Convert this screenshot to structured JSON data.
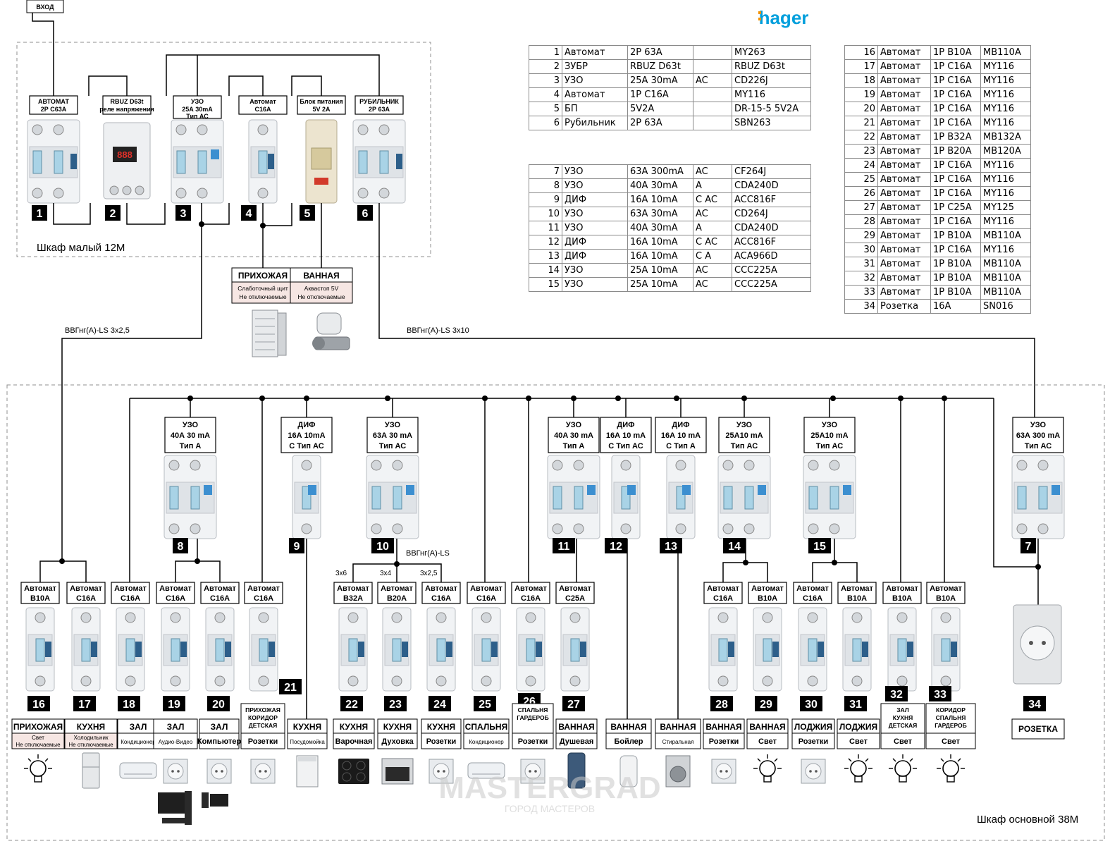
{
  "brand": {
    "logo": "hager",
    "logo_color": "#009fdc",
    "logo_dot_color": "#f39200"
  },
  "labels": {
    "input": "ВХОД",
    "small_cabinet": "Шкаф малый 12М",
    "main_cabinet": "Шкаф основной 38М",
    "cable_left": "ВВГнг(А)-LS 3х2,5",
    "cable_right": "ВВГнг(А)-LS 3х10",
    "cable_10": "ВВГнг(А)-LS",
    "cs_22": "3х6",
    "cs_23": "3х4",
    "cs_24": "3х2,5",
    "watermark": "MASTERGRAD",
    "watermark_sub": "ГОРОД МАСТЕРОВ"
  },
  "top_devices": [
    {
      "num": "1",
      "l1": "АВТОМАТ",
      "l2": "2Р С63А",
      "kind": "breaker2"
    },
    {
      "num": "2",
      "l1": "RBUZ D63t",
      "l2": "реле напряжения",
      "kind": "relay"
    },
    {
      "num": "3",
      "l1": "УЗО",
      "l2": "25А 30mA",
      "l3": "Тип АС",
      "kind": "rcd2"
    },
    {
      "num": "4",
      "l1": "Автомат",
      "l2": "С16А",
      "kind": "breaker1"
    },
    {
      "num": "5",
      "l1": "Блок питания",
      "l2": "5V 2A",
      "kind": "psu"
    },
    {
      "num": "6",
      "l1": "РУБИЛЬНИК",
      "l2": "2Р 63А",
      "kind": "breaker2"
    }
  ],
  "top_consumers": [
    {
      "title": "ПРИХОЖАЯ",
      "l1": "Слаботочный щит",
      "l2": "Не отключаемые",
      "icon": "cabinet-icon"
    },
    {
      "title": "ВАННАЯ",
      "l1": "Аквастоп 5V",
      "l2": "Не отключаемые",
      "icon": "valve-icon"
    }
  ],
  "rcd_groups": [
    {
      "num": "8",
      "l1": "УЗО",
      "l2": "40А 30 mA",
      "l3": "Тип А"
    },
    {
      "num": "9",
      "l1": "ДИФ",
      "l2": "16А 10mA",
      "l3": "С Тип АС"
    },
    {
      "num": "10",
      "l1": "УЗО",
      "l2": "63А 30 mA",
      "l3": "Тип АС"
    },
    {
      "num": "11",
      "l1": "УЗО",
      "l2": "40A 30 mA",
      "l3": "Тип А"
    },
    {
      "num": "12",
      "l1": "ДИФ",
      "l2": "16А 10 mA",
      "l3": "С Тип АС"
    },
    {
      "num": "13",
      "l1": "ДИФ",
      "l2": "16А 10 mA",
      "l3": "С Тип А"
    },
    {
      "num": "14",
      "l1": "УЗО",
      "l2": "25А10 mA",
      "l3": "Тип АС"
    },
    {
      "num": "15",
      "l1": "УЗО",
      "l2": "25А10 mA",
      "l3": "Тип АС"
    },
    {
      "num": "7",
      "l1": "УЗО",
      "l2": "63А 300 mA",
      "l3": "Тип АС"
    }
  ],
  "breakers": [
    {
      "num": "16",
      "l1": "Автомат",
      "l2": "В10А"
    },
    {
      "num": "17",
      "l1": "Автомат",
      "l2": "С16А"
    },
    {
      "num": "18",
      "l1": "Автомат",
      "l2": "С16А"
    },
    {
      "num": "19",
      "l1": "Автомат",
      "l2": "С16А"
    },
    {
      "num": "20",
      "l1": "Автомат",
      "l2": "С16А"
    },
    {
      "num": "21",
      "l1": "Автомат",
      "l2": "С16А"
    },
    {
      "num": "22",
      "l1": "Автомат",
      "l2": "В32А"
    },
    {
      "num": "23",
      "l1": "Автомат",
      "l2": "В20А"
    },
    {
      "num": "24",
      "l1": "Автомат",
      "l2": "С16А"
    },
    {
      "num": "25",
      "l1": "Автомат",
      "l2": "С16А"
    },
    {
      "num": "26",
      "l1": "Автомат",
      "l2": "С16А"
    },
    {
      "num": "27",
      "l1": "Автомат",
      "l2": "С25А"
    },
    {
      "num": "28",
      "l1": "Автомат",
      "l2": "С16А"
    },
    {
      "num": "29",
      "l1": "Автомат",
      "l2": "В10А"
    },
    {
      "num": "30",
      "l1": "Автомат",
      "l2": "С16А"
    },
    {
      "num": "31",
      "l1": "Автомат",
      "l2": "В10А"
    },
    {
      "num": "32",
      "l1": "Автомат",
      "l2": "В10А"
    },
    {
      "num": "33",
      "l1": "Автомат",
      "l2": "В10А"
    }
  ],
  "socket_34": {
    "num": "34",
    "label": "РОЗЕТКА"
  },
  "consumers": [
    {
      "t": "ПРИХОЖАЯ",
      "l1": "Свет",
      "l2": "Не отключаемые",
      "icon": "bulb-icon"
    },
    {
      "t": "КУХНЯ",
      "l1": "Холодильник",
      "l2": "Не отключаемые",
      "icon": "fridge-icon"
    },
    {
      "t": "ЗАЛ",
      "l1": "Кондиционер",
      "icon": "ac-icon"
    },
    {
      "t": "ЗАЛ",
      "l1": "Аудио-Видео",
      "icon": "socket-icon"
    },
    {
      "t": "ЗАЛ",
      "l1": "Компьютер",
      "icon": "socket-icon"
    },
    {
      "t": "ПРИХОЖАЯ КОРИДОР ДЕТСКАЯ",
      "l1": "Розетки",
      "icon": "socket-icon"
    },
    {
      "t": "КУХНЯ",
      "l1": "Посудомойка",
      "icon": "dishwasher-icon"
    },
    {
      "t": "КУХНЯ",
      "l1": "Варочная",
      "icon": "hob-icon"
    },
    {
      "t": "КУХНЯ",
      "l1": "Духовка",
      "icon": "oven-icon"
    },
    {
      "t": "КУХНЯ",
      "l1": "Розетки",
      "icon": "socket-icon"
    },
    {
      "t": "СПАЛЬНЯ",
      "l1": "Кондиционер",
      "icon": "ac-icon"
    },
    {
      "t": "СПАЛЬНЯ ГАРДЕРОБ",
      "l1": "Розетки",
      "icon": "socket-icon"
    },
    {
      "t": "ВАННАЯ",
      "l1": "Душевая",
      "icon": "shower-icon"
    },
    {
      "t": "ВАННАЯ",
      "l1": "Бойлер",
      "icon": "boiler-icon"
    },
    {
      "t": "ВАННАЯ",
      "l1": "Стиральная",
      "icon": "washer-icon"
    },
    {
      "t": "ВАННАЯ",
      "l1": "Розетки",
      "icon": "socket-icon"
    },
    {
      "t": "ВАННАЯ",
      "l1": "Свет",
      "icon": "bulb-icon"
    },
    {
      "t": "ЛОДЖИЯ",
      "l1": "Розетки",
      "icon": "socket-icon"
    },
    {
      "t": "ЛОДЖИЯ",
      "l1": "Свет",
      "icon": "bulb-icon"
    },
    {
      "t": "ЗАЛ КУХНЯ ДЕТСКАЯ",
      "l1": "Свет",
      "icon": "bulb-icon"
    },
    {
      "t": "КОРИДОР СПАЛЬНЯ ГАРДЕРОБ",
      "l1": "Свет",
      "icon": "bulb-icon"
    }
  ],
  "tables": {
    "t1": [
      [
        "1",
        "Автомат",
        "2P 63A",
        "",
        "MY263"
      ],
      [
        "2",
        "ЗУБР",
        "RBUZ D63t",
        "",
        "RBUZ D63t"
      ],
      [
        "3",
        "УЗО",
        "25A 30mA",
        "AC",
        "CD226J"
      ],
      [
        "4",
        "Автомат",
        "1P C16A",
        "",
        "MY116"
      ],
      [
        "5",
        "БП",
        "5V2A",
        "",
        "DR-15-5 5V2A"
      ],
      [
        "6",
        "Рубильник",
        "2P 63A",
        "",
        "SBN263"
      ]
    ],
    "t2": [
      [
        "7",
        "УЗО",
        "63A 300mA",
        "AC",
        "CF264J"
      ],
      [
        "8",
        "УЗО",
        "40A 30mA",
        "A",
        "CDA240D"
      ],
      [
        "9",
        "ДИФ",
        "16A 10mA",
        "C AC",
        "ACC816F"
      ],
      [
        "10",
        "УЗО",
        "63A 30mA",
        "AC",
        "CD264J"
      ],
      [
        "11",
        "УЗО",
        "40A 30mA",
        "A",
        "CDA240D"
      ],
      [
        "12",
        "ДИФ",
        "16A 10mA",
        "C AC",
        "ACC816F"
      ],
      [
        "13",
        "ДИФ",
        "16A 10mA",
        "C A",
        "ACA966D"
      ],
      [
        "14",
        "УЗО",
        "25A 10mA",
        "AC",
        "CCC225A"
      ],
      [
        "15",
        "УЗО",
        "25A 10mA",
        "AC",
        "CCC225A"
      ]
    ],
    "t3": [
      [
        "16",
        "Автомат",
        "1P B10A",
        "MB110A"
      ],
      [
        "17",
        "Автомат",
        "1P C16A",
        "MY116"
      ],
      [
        "18",
        "Автомат",
        "1P C16A",
        "MY116"
      ],
      [
        "19",
        "Автомат",
        "1P C16A",
        "MY116"
      ],
      [
        "20",
        "Автомат",
        "1P C16A",
        "MY116"
      ],
      [
        "21",
        "Автомат",
        "1P C16A",
        "MY116"
      ],
      [
        "22",
        "Автомат",
        "1P B32A",
        "MB132A"
      ],
      [
        "23",
        "Автомат",
        "1P B20A",
        "MB120A"
      ],
      [
        "24",
        "Автомат",
        "1P C16A",
        "MY116"
      ],
      [
        "25",
        "Автомат",
        "1P C16A",
        "MY116"
      ],
      [
        "26",
        "Автомат",
        "1P C16A",
        "MY116"
      ],
      [
        "27",
        "Автомат",
        "1P C25A",
        "MY125"
      ],
      [
        "28",
        "Автомат",
        "1P C16A",
        "MY116"
      ],
      [
        "29",
        "Автомат",
        "1P B10A",
        "MB110A"
      ],
      [
        "30",
        "Автомат",
        "1P C16A",
        "MY116"
      ],
      [
        "31",
        "Автомат",
        "1P B10A",
        "MB110A"
      ],
      [
        "32",
        "Автомат",
        "1P B10A",
        "MB110A"
      ],
      [
        "33",
        "Автомат",
        "1P B10A",
        "MB110A"
      ],
      [
        "34",
        "Розетка",
        "16A",
        "SN016"
      ]
    ]
  }
}
